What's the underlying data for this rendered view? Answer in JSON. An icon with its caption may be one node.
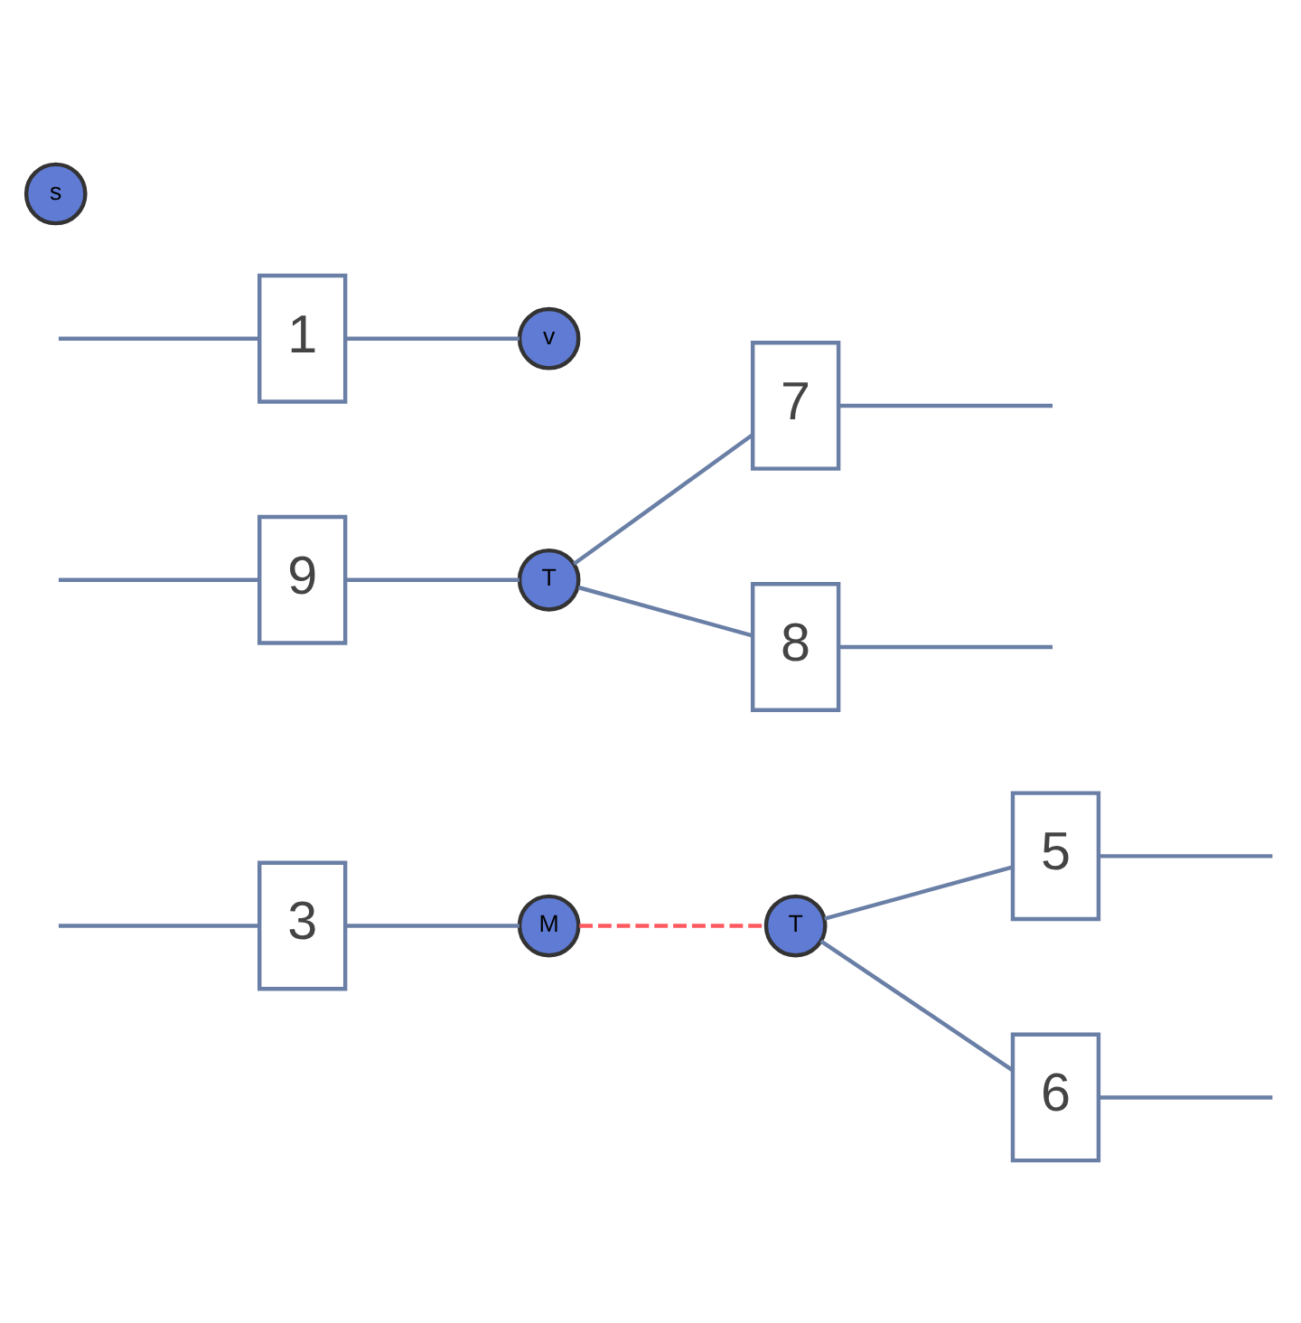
{
  "diagram": {
    "nodes": [
      {
        "text": [
          "3"
        ]
      },
      {
        "text": [
          "M"
        ]
      },
      {
        "text": [
          "T"
        ]
      },
      {
        "text": [
          "5"
        ]
      },
      {
        "text": [
          "6"
        ]
      },
      {
        "text": [
          "9"
        ]
      },
      {
        "text": [
          "7"
        ]
      },
      {
        "text": [
          "T"
        ]
      },
      {
        "text": [
          "8"
        ]
      },
      {
        "text": [
          "1"
        ]
      },
      {
        "text": [
          "v"
        ]
      },
      {
        "text": [
          "s"
        ]
      }
    ],
    "edges": [
      {
        "from": null,
        "to": 0,
        "arrow": "none"
      },
      {
        "from": 0,
        "to": 1,
        "arrow": "none"
      },
      {
        "from": 1,
        "to": 2,
        "arrow": "none",
        "style": "dashed",
        "color": "#ff5a5f"
      },
      {
        "from": 2,
        "to": 3,
        "arrow": "none"
      },
      {
        "from": 3,
        "to": null,
        "arrow": "none"
      },
      {
        "from": 2,
        "to": 4,
        "arrow": "none"
      },
      {
        "from": 4,
        "to": null,
        "arrow": "none"
      },
      {
        "from": null,
        "to": 5,
        "arrow": "none"
      },
      {
        "from": 5,
        "to": 7,
        "arrow": "none"
      },
      {
        "from": 7,
        "to": 6,
        "arrow": "none"
      },
      {
        "from": 6,
        "to": null,
        "arrow": "none"
      },
      {
        "from": 7,
        "to": 8,
        "arrow": "none"
      },
      {
        "from": 8,
        "to": null,
        "arrow": "none"
      },
      {
        "from": null,
        "to": 9,
        "arrow": "none"
      },
      {
        "from": 9,
        "to": 10,
        "arrow": "none"
      }
    ]
  }
}
